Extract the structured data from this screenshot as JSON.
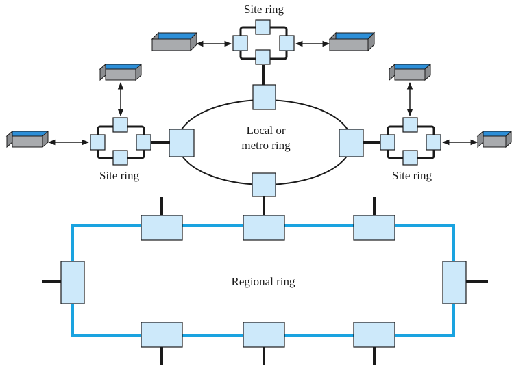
{
  "labels": {
    "site_ring_top": "Site ring",
    "site_ring_left": "Site ring",
    "site_ring_right": "Site ring",
    "local_ring_line1": "Local or",
    "local_ring_line2": "metro ring",
    "regional_ring": "Regional ring"
  },
  "colors": {
    "node_fill": "#cde9fa",
    "node_stroke": "#1a1a1a",
    "regional_ring": "#1aa3e0",
    "device_top": "#2d8fd8",
    "device_front": "#a9abae",
    "device_side": "#8c8e91",
    "line": "#1a1a1a"
  }
}
